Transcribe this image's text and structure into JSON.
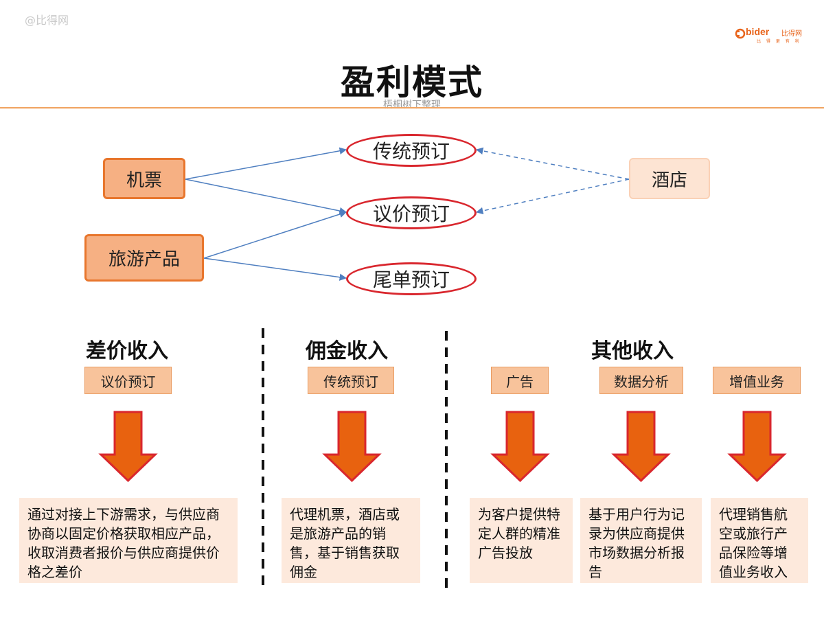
{
  "watermark": "@比得网",
  "logo": {
    "text": "bider",
    "cn": "比得网",
    "sub": "比 得 更 有 利"
  },
  "title": "盈利模式",
  "subtitle": "梧桐树下整理",
  "sources": {
    "flight": "机票",
    "travel": "旅游产品",
    "hotel": "酒店"
  },
  "channels": {
    "traditional": "传统预订",
    "negotiated": "议价预订",
    "tail": "尾单预订"
  },
  "income": {
    "diff": {
      "title": "差价收入",
      "tag": "议价预订",
      "desc": "通过对接上下游需求，与供应商协商以固定价格获取相应产品，收取消费者报价与供应商提供价格之差价"
    },
    "commission": {
      "title": "佣金收入",
      "tag": "传统预订",
      "desc": "代理机票，酒店或是旅游产品的销售，基于销售获取佣金"
    },
    "other": {
      "title": "其他收入",
      "ad": {
        "tag": "广告",
        "desc": "为客户提供特定人群的精准广告投放"
      },
      "data": {
        "tag": "数据分析",
        "desc": "基于用户行为记录为供应商提供市场数据分析报告"
      },
      "value": {
        "tag": "增值业务",
        "desc": "代理销售航空或旅行产品保险等增值业务收入"
      }
    }
  },
  "colors": {
    "accent_orange": "#e8762d",
    "arrow_fill": "#e8620f",
    "arrow_border": "#d9272e",
    "ellipse_border": "#d9272e",
    "line_blue": "#4f7fc0"
  }
}
